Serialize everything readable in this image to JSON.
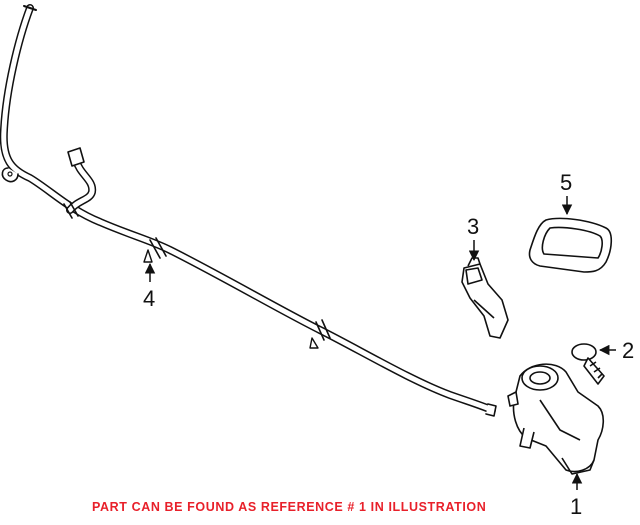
{
  "diagram": {
    "callouts": [
      {
        "id": "1",
        "label": "1"
      },
      {
        "id": "2",
        "label": "2"
      },
      {
        "id": "3",
        "label": "3"
      },
      {
        "id": "4",
        "label": "4"
      },
      {
        "id": "5",
        "label": "5"
      }
    ]
  },
  "footer": {
    "note": "PART CAN BE FOUND AS REFERENCE # 1 IN ILLUSTRATION",
    "note_color": "#e8202a"
  },
  "colors": {
    "line": "#111111",
    "background": "#ffffff"
  }
}
